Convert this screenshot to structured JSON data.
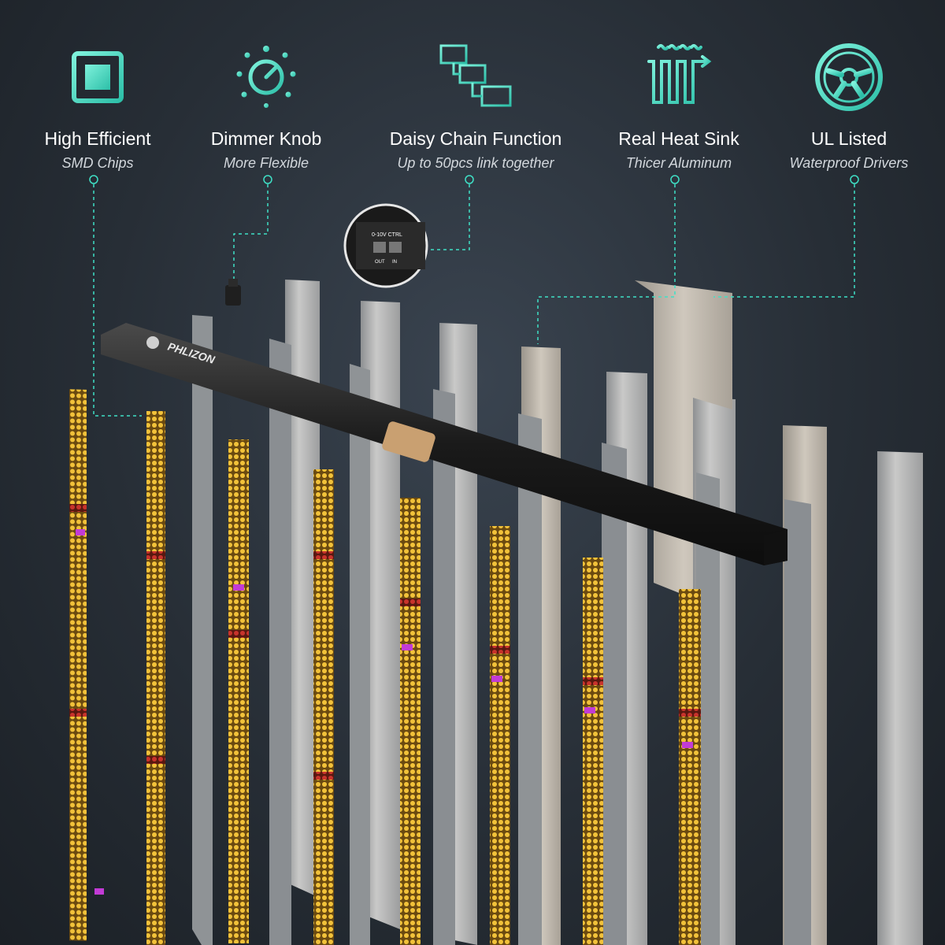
{
  "features": [
    {
      "title": "High Efficient",
      "subtitle": "SMD Chips",
      "icon": "chip-icon"
    },
    {
      "title": "Dimmer Knob",
      "subtitle": "More Flexible",
      "icon": "dimmer-knob-icon"
    },
    {
      "title": "Daisy Chain Function",
      "subtitle": "Up to 50pcs link together",
      "icon": "daisy-chain-icon"
    },
    {
      "title": "Real Heat Sink",
      "subtitle": "Thicer Aluminum",
      "icon": "heat-sink-icon"
    },
    {
      "title": "UL Listed",
      "subtitle": "Waterproof Drivers",
      "icon": "wheel-icon"
    }
  ],
  "product": {
    "brand": "PHLIZON",
    "port_label": "0-10V CTRL",
    "port_out": "OUT",
    "port_in": "IN"
  },
  "colors": {
    "accent": "#3fe0c6",
    "led_yellow": "#f2c23a",
    "led_red": "#c8332c",
    "led_white": "#f6f1d6",
    "led_magenta": "#c23bd6",
    "aluminum": "#b0b2b4"
  }
}
